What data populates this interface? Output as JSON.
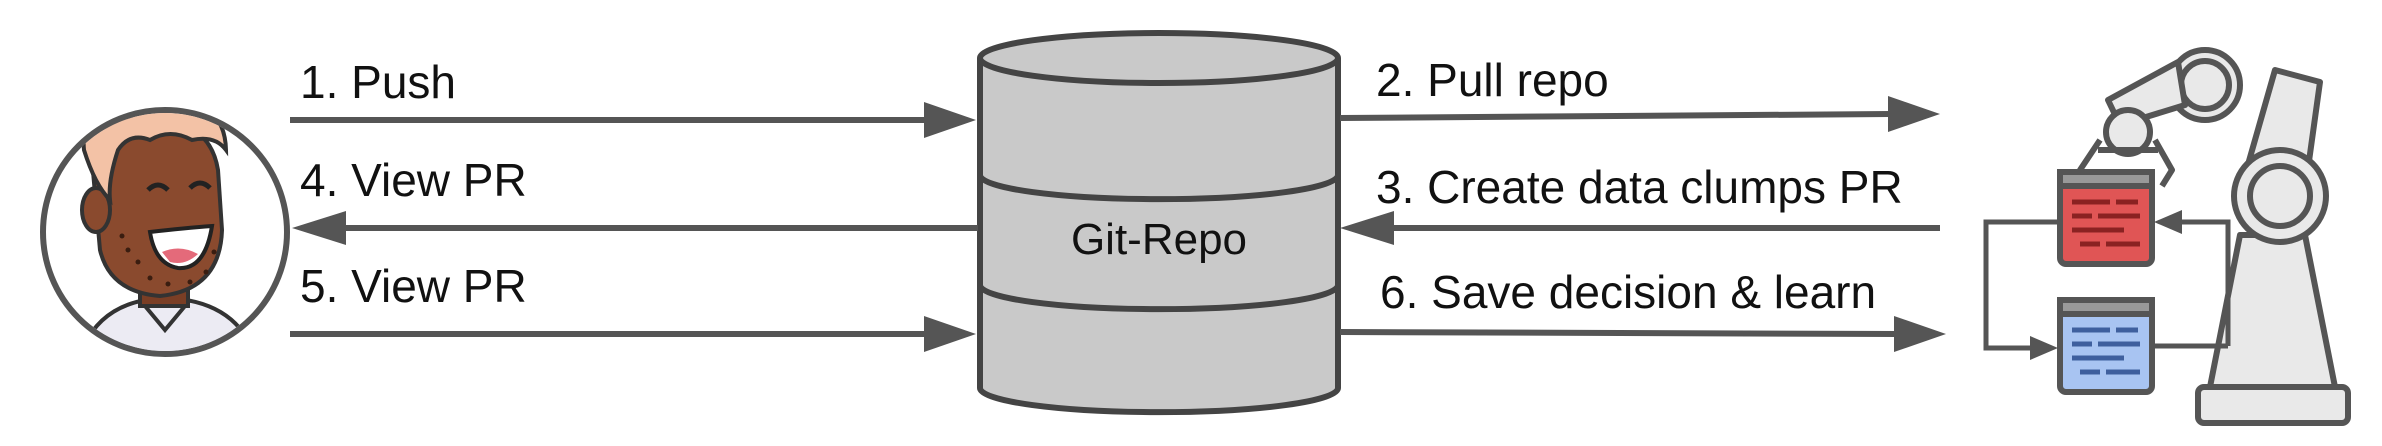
{
  "repository": {
    "label": "Git-Repo"
  },
  "steps": [
    {
      "label": "1. Push"
    },
    {
      "label": "2. Pull repo"
    },
    {
      "label": "3. Create data clumps PR"
    },
    {
      "label": "4. View PR"
    },
    {
      "label": "5. View PR"
    },
    {
      "label": "6. Save decision & learn"
    }
  ],
  "colors": {
    "arrow": "#555555",
    "database_fill": "#c9c9c9",
    "robot_fill": "#e9e9e9",
    "doc_red": "#e05555",
    "doc_blue": "#a8c4f2",
    "skin": "#8a4a2e",
    "hair": "#f3c2a6"
  },
  "icons": [
    "developer-avatar-icon",
    "database-icon",
    "robot-arm-icon",
    "red-document-icon",
    "blue-document-icon"
  ]
}
